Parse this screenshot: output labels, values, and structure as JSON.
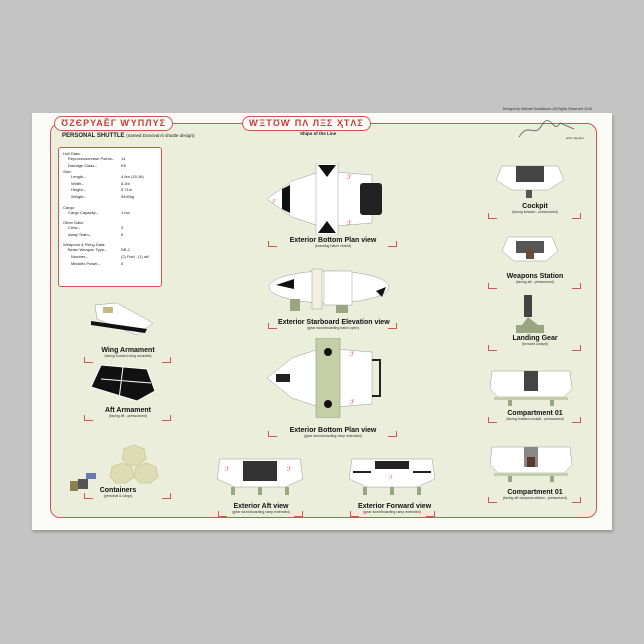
{
  "poster": {
    "credit": "Designs by Michael Schattauer. All Rights Reserved 2016",
    "signature_caption": "artist signature",
    "left_title_glyphs": "ƱZЄPYAĒГ ⱲYПЛYƩ",
    "center_title_glyphs": "ⱲΞТƱⱲ ΠΛ ЛΞƩ ҲТΛƩ",
    "center_subtitle": "Ships of the Line",
    "ship_name": "PERSONAL SHUTTLE",
    "ship_note": "(named Donovan's shuttle design)"
  },
  "stats": {
    "hull_header": "Hull Data:",
    "rows_hull": [
      {
        "label": "Reprocessorease Points--",
        "value": "14"
      },
      {
        "label": "Damage Class--",
        "value": "E5"
      }
    ],
    "size_header": "Size:",
    "rows_size": [
      {
        "label": "Length--",
        "value": "4.6m (15.1ft)"
      },
      {
        "label": "Width--",
        "value": "8.3m"
      },
      {
        "label": "Height--",
        "value": "5.71m"
      },
      {
        "label": "Weight--",
        "value": "5400kg"
      }
    ],
    "cargo_header": "Cargo:",
    "rows_cargo": [
      {
        "label": "Cargo Capacity--",
        "value": "1 ton"
      }
    ],
    "other_header": "Other Data:",
    "rows_other": [
      {
        "label": "Crew--",
        "value": "3"
      },
      {
        "label": "Away Team--",
        "value": "6"
      }
    ],
    "weapons_header": "Weapons & Firing Data:",
    "rows_weapons": [
      {
        "label": "Beam Weapon Type--",
        "value": "DB-1"
      },
      {
        "label": "Number--",
        "value": "(2) Fwd - (1) aft"
      },
      {
        "label": "Missiles Power--",
        "value": "5"
      }
    ]
  },
  "views": [
    {
      "title": "Exterior Bottom Plan view",
      "sub": "(boarding hatch closed)"
    },
    {
      "title": "Exterior Starboard Elevation view",
      "sub": "(gear down/boarding hatch open)"
    },
    {
      "title": "Exterior Bottom Plan view",
      "sub": "(gear down/boarding ramp extended)"
    },
    {
      "title": "Exterior Aft view",
      "sub": "(gear down/boarding ramp extended)"
    },
    {
      "title": "Exterior Forward view",
      "sub": "(gear down/boarding ramp extended)"
    },
    {
      "title": "Wing Armament",
      "sub": "(facing forward wing mounted)"
    },
    {
      "title": "Aft Armament",
      "sub": "(facing aft - pressurized)"
    },
    {
      "title": "Containers",
      "sub": "(personal & cargo)"
    },
    {
      "title": "Cockpit",
      "sub": "(facing forward - pressurized)"
    },
    {
      "title": "Weapons Station",
      "sub": "(facing aft - pressurized)"
    },
    {
      "title": "Landing Gear",
      "sub": "(forward cockpit)"
    },
    {
      "title": "Compartment 01",
      "sub": "(facing forward cockpit - pressurized)"
    },
    {
      "title": "Compartment 01",
      "sub": "(facing aft weapons station - pressurized)"
    }
  ],
  "colors": {
    "accent": "#d6534f",
    "panel": "#eaeedb",
    "paper": "#fbfbf7",
    "backdrop": "#c4c4c4",
    "gear": "#9aa682"
  }
}
